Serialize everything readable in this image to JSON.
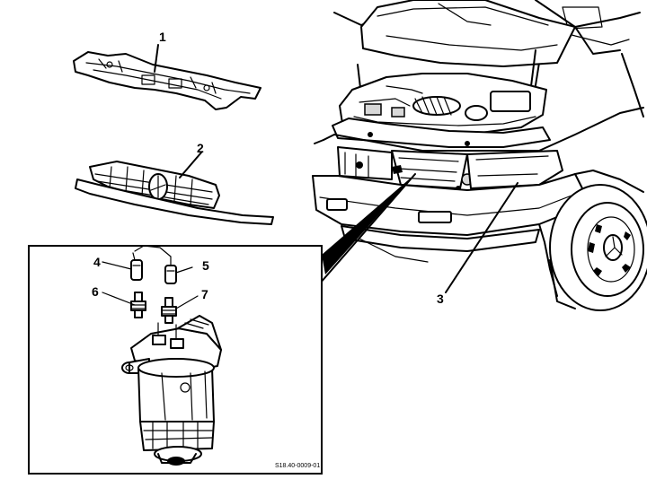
{
  "callouts": {
    "c1": "1",
    "c2": "2",
    "c3": "3",
    "c4": "4",
    "c5": "5",
    "c6": "6",
    "c7": "7"
  },
  "drawing_code": "S18.40-0009-01",
  "colors": {
    "ink": "#000000",
    "paper": "#ffffff"
  }
}
